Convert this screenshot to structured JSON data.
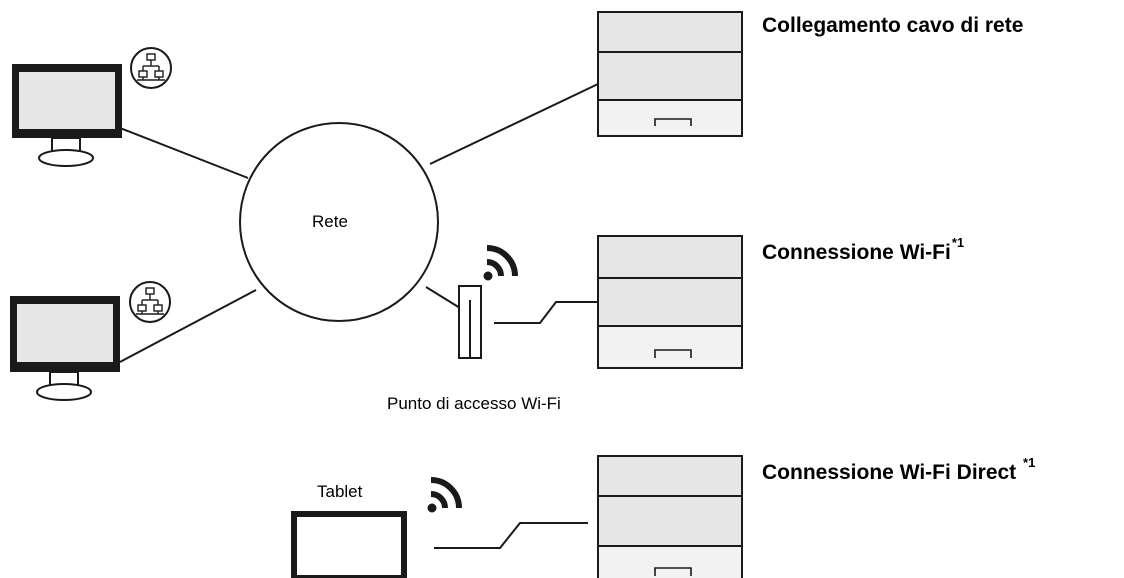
{
  "network_label": "Rete",
  "access_point_label": "Punto di accesso Wi-Fi",
  "tablet_label": "Tablet",
  "connections": {
    "wired": {
      "title": "Collegamento cavo di rete",
      "note": ""
    },
    "wifi": {
      "title": "Connessione Wi-Fi",
      "note": "*1"
    },
    "wifi_direct": {
      "title": "Connessione Wi-Fi Direct ",
      "note": "*1"
    }
  },
  "icons": {
    "computer": "computer-monitor-icon",
    "network_badge": "network-lan-icon",
    "printer": "printer-icon",
    "access_point": "wifi-access-point-icon",
    "wifi_signal": "wifi-signal-icon",
    "tablet": "tablet-icon"
  },
  "colors": {
    "stroke": "#1a1a1a",
    "screen": "#e6e6e6",
    "printer_body": "#e6e6e6",
    "background": "#ffffff"
  }
}
